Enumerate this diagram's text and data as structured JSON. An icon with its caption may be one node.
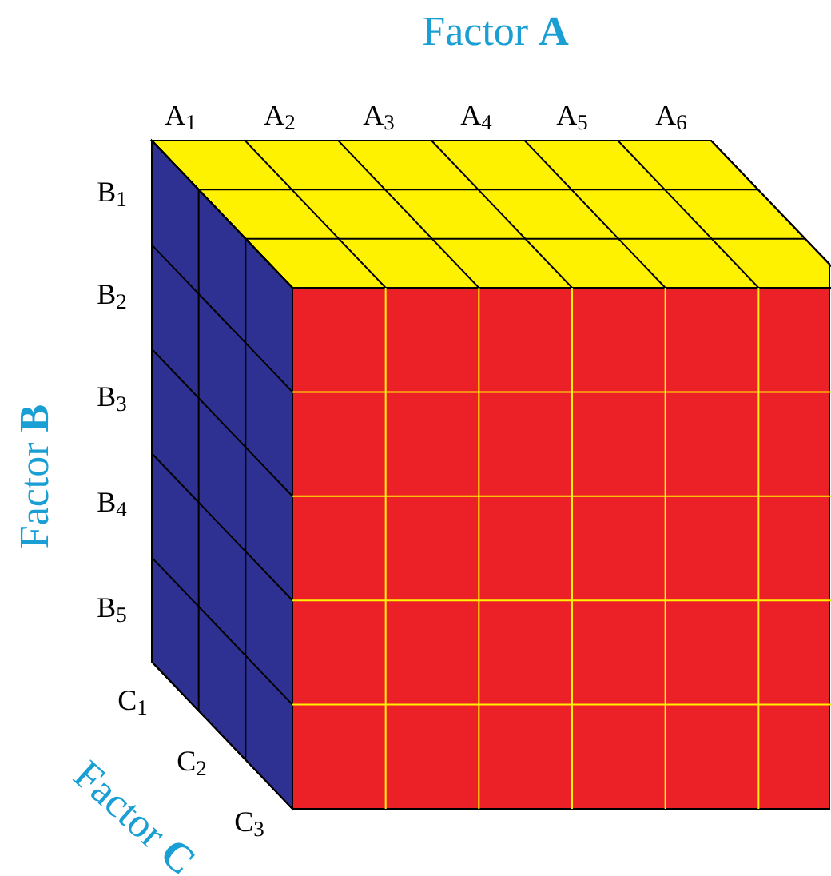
{
  "diagram": {
    "labels": [
      "Factor **A**",
      "A$_{1}$",
      "A$_{2}$",
      "A$_{3}$",
      "A$_{4}$",
      "A$_{5}$",
      "A$_{6}$",
      "B$_{1}$",
      "B$_{2}$",
      "B$_{3}$",
      "B$_{4}$",
      "B$_{5}$",
      "Factor **B**",
      "C$_{1}$",
      "C$_{2}$",
      "C$_{3}$",
      "Factor **C**"
    ]
  }
}
